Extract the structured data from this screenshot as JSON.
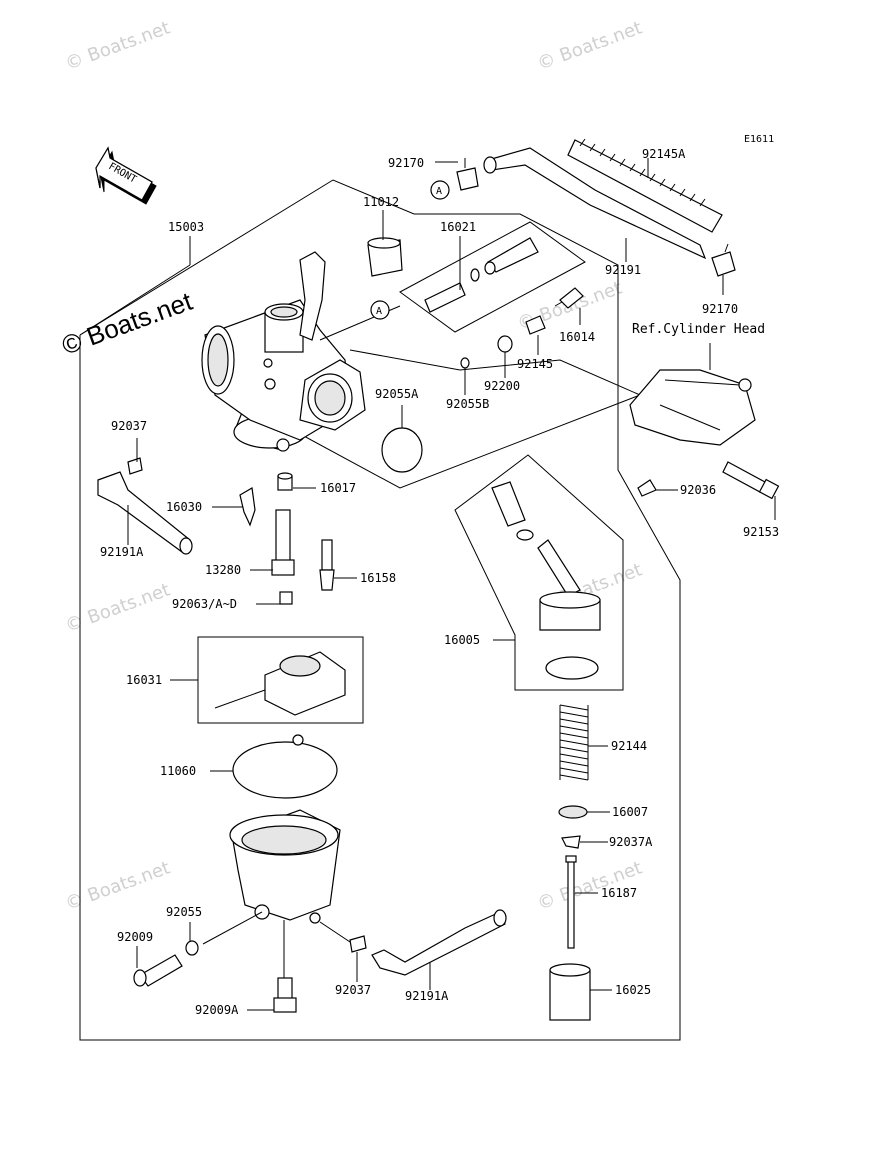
{
  "diagram_code": "E1611",
  "copyright": "© Boats.net",
  "watermark": "© Boats.net",
  "front_label": "FRONT",
  "ref_text": "Ref.Cylinder Head",
  "callout": "A",
  "parts": {
    "p15003": "15003",
    "p11012": "11012",
    "p16021": "16021",
    "p92170a": "92170",
    "p92145A": "92145A",
    "p92191": "92191",
    "p92170b": "92170",
    "p16014": "16014",
    "p92145": "92145",
    "p92200": "92200",
    "p92055A": "92055A",
    "p92055B": "92055B",
    "p92037a": "92037",
    "p16030": "16030",
    "p16017": "16017",
    "p92191Aa": "92191A",
    "p13280": "13280",
    "p16158": "16158",
    "p92063": "92063/A~D",
    "p92036": "92036",
    "p92153": "92153",
    "p16005": "16005",
    "p16031": "16031",
    "p11060": "11060",
    "p92144": "92144",
    "p16007": "16007",
    "p92037A": "92037A",
    "p16187": "16187",
    "p92055": "92055",
    "p92009": "92009",
    "p92037b": "92037",
    "p92191Ab": "92191A",
    "p92009A": "92009A",
    "p16025": "16025"
  }
}
